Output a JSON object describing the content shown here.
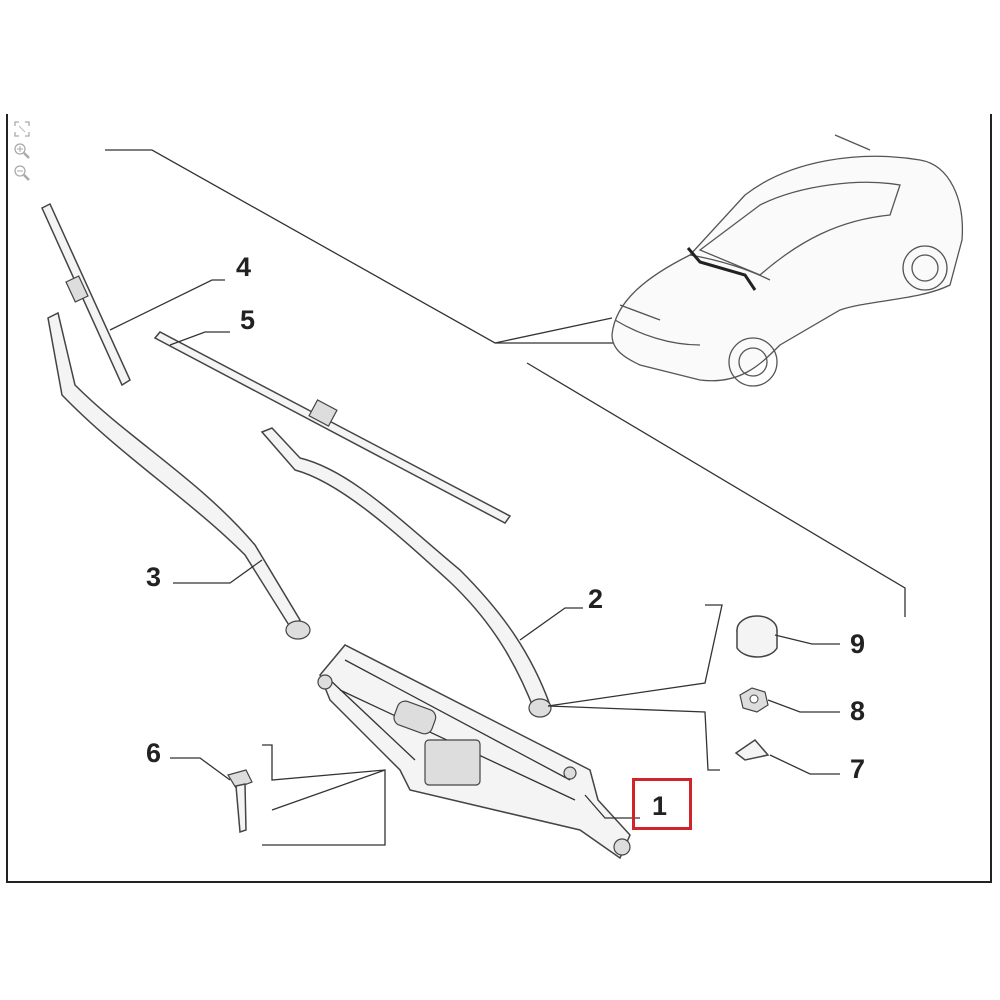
{
  "viewer": {
    "tools": [
      {
        "icon": "fit-screen-icon"
      },
      {
        "icon": "zoom-in-icon"
      },
      {
        "icon": "zoom-out-icon"
      }
    ]
  },
  "diagram": {
    "callouts": [
      {
        "number": "1",
        "part": "wiper-motor-linkage",
        "highlighted": true
      },
      {
        "number": "2",
        "part": "right-wiper-arm"
      },
      {
        "number": "3",
        "part": "left-wiper-arm"
      },
      {
        "number": "4",
        "part": "left-wiper-blade"
      },
      {
        "number": "5",
        "part": "right-wiper-blade"
      },
      {
        "number": "6",
        "part": "bolt"
      },
      {
        "number": "7",
        "part": "cap"
      },
      {
        "number": "8",
        "part": "nut"
      },
      {
        "number": "9",
        "part": "cover"
      }
    ],
    "highlight_color": "#d0232a"
  }
}
